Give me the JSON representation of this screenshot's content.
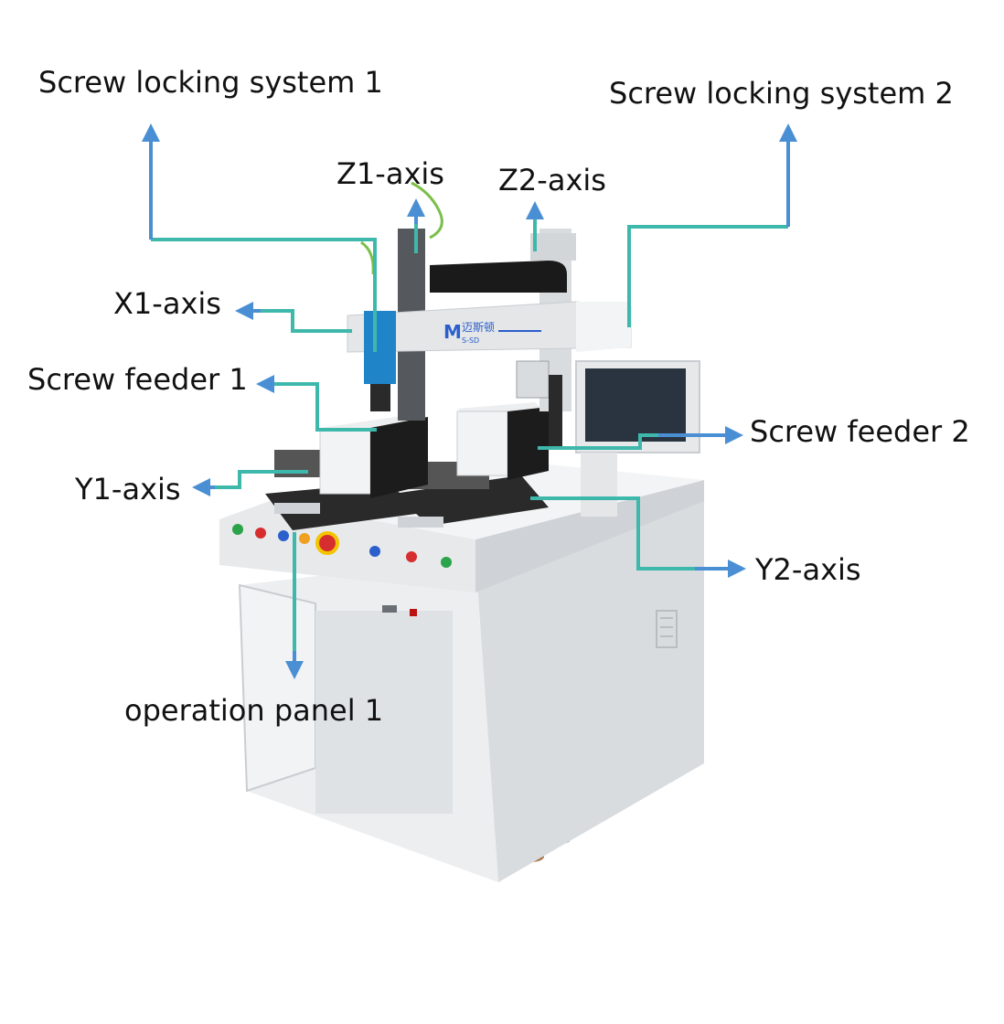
{
  "brand": {
    "logo_mark": "M",
    "logo_text": "迈斯顿",
    "logo_sub": "S-SD"
  },
  "labels": {
    "screw_locking_system_1": "Screw locking system 1",
    "screw_locking_system_2": "Screw locking system 2",
    "z1_axis": "Z1-axis",
    "z2_axis": "Z2-axis",
    "x1_axis": "X1-axis",
    "screw_feeder_1": "Screw feeder 1",
    "screw_feeder_2": "Screw feeder 2",
    "y1_axis": "Y1-axis",
    "y2_axis": "Y2-axis",
    "operation_panel_1": "operation panel 1"
  },
  "colors": {
    "leader_line": "#3fb8ac",
    "arrow_blue": "#4a8fd4",
    "machine_body": "#e4e6e8",
    "machine_shadow": "#c9cdd1",
    "feeder_black": "#1c1c1c",
    "spindle_blue": "#1f84c8",
    "screen": "#2a3440"
  }
}
